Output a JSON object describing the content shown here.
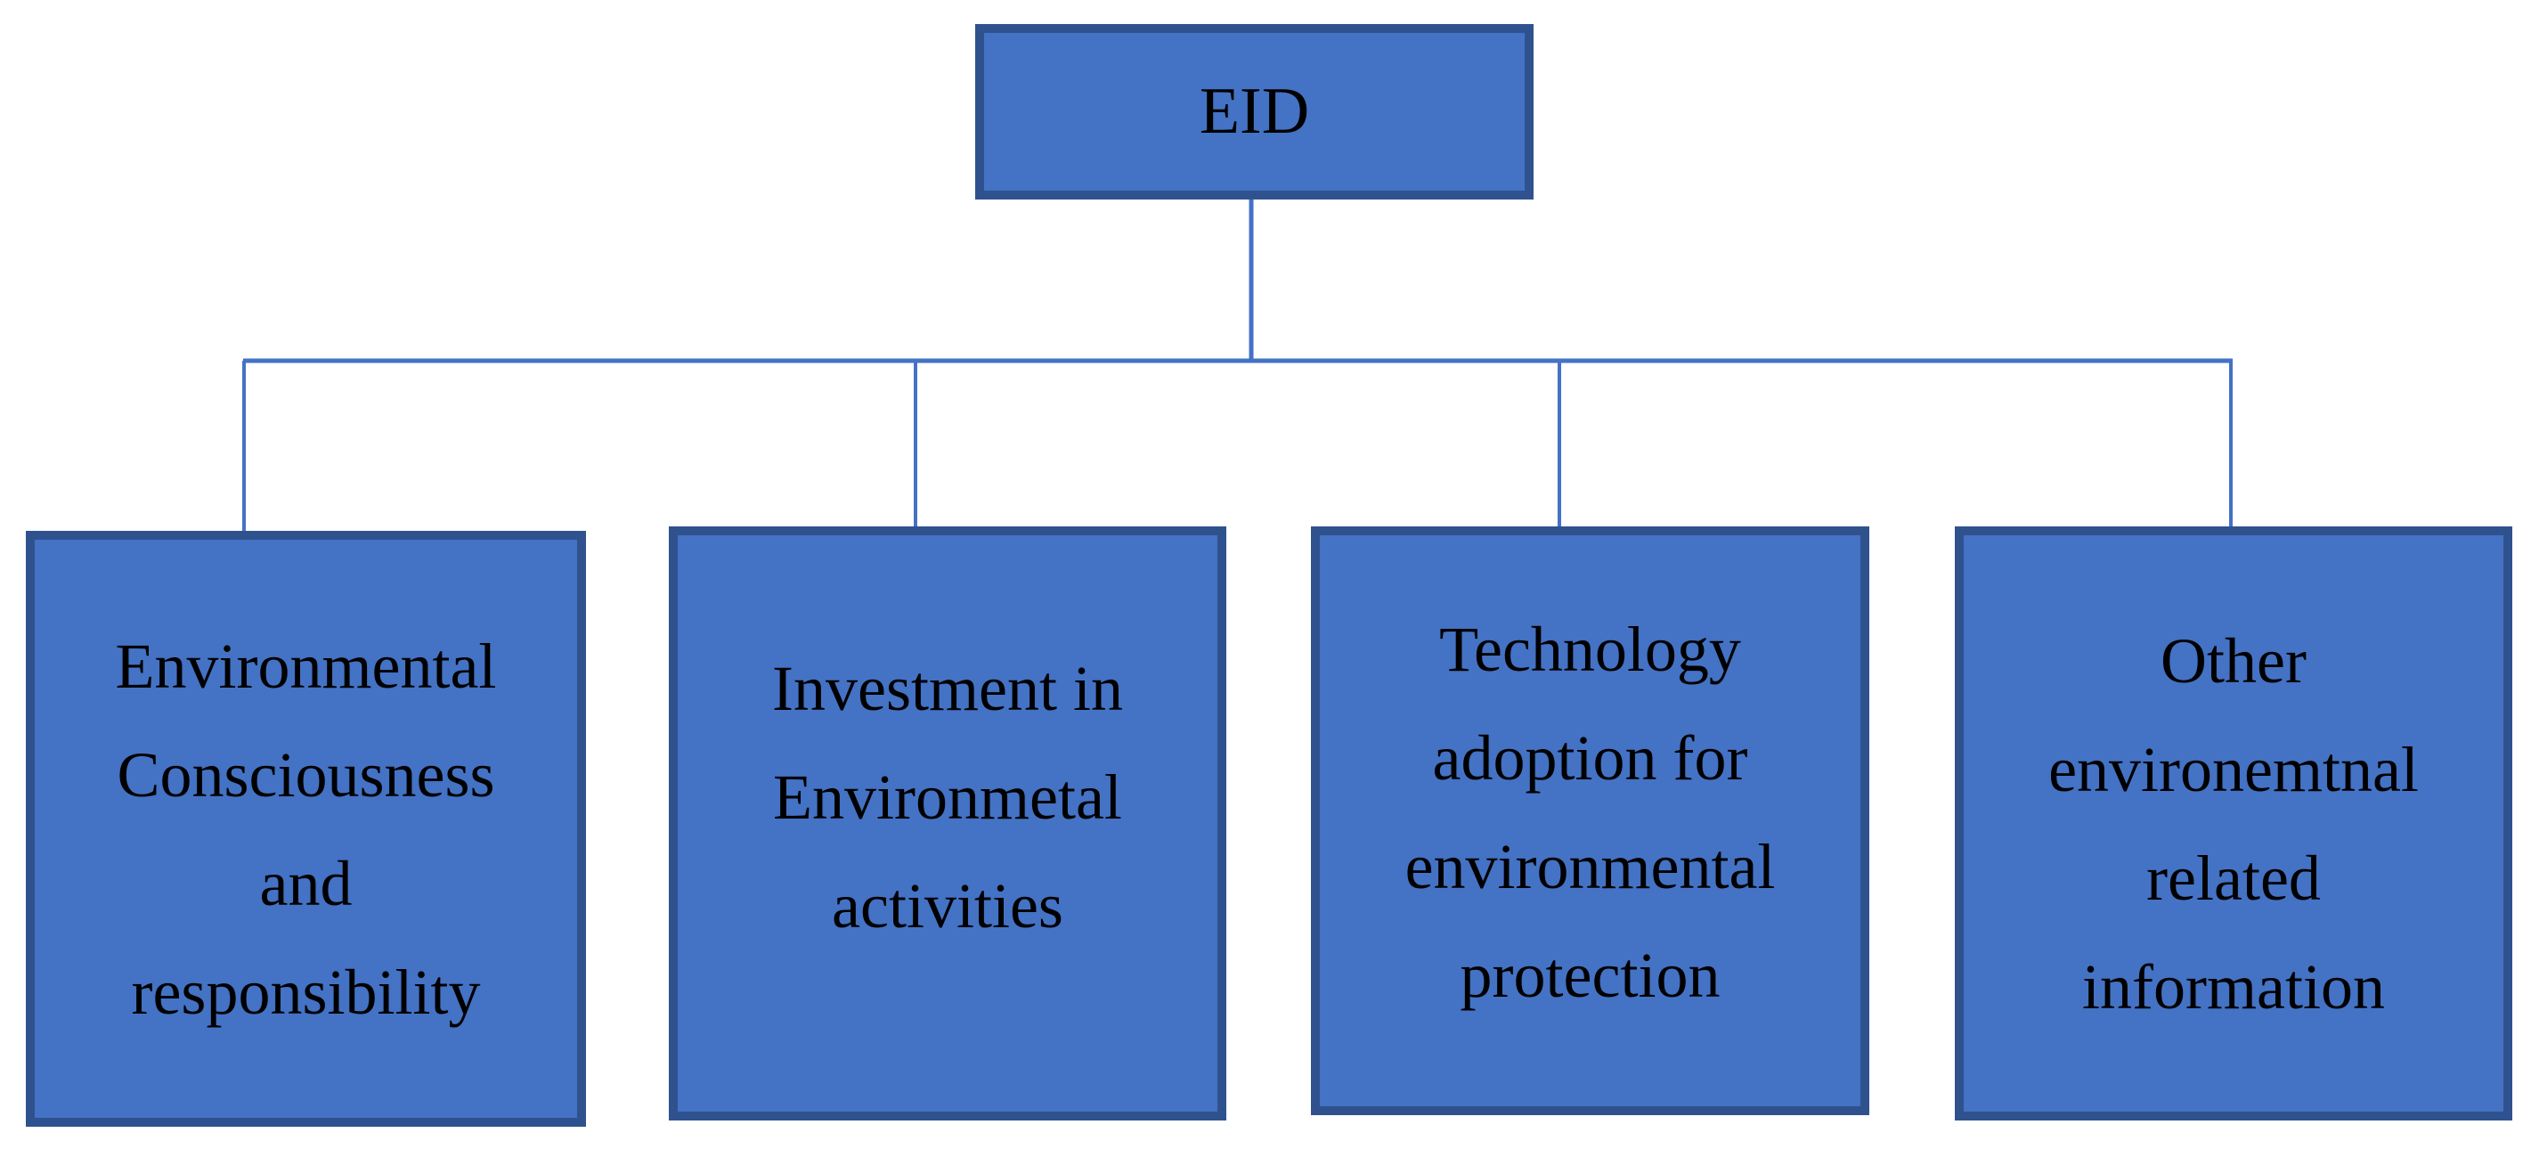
{
  "diagram": {
    "type": "hierarchy",
    "colors": {
      "box_fill": "#4472C4",
      "box_border": "#2F528F",
      "connector": "#4472C4",
      "text": "#000000",
      "background": "#FFFFFF"
    },
    "root": {
      "label": "EID"
    },
    "children": [
      {
        "label": "Environmental\nConsciousness\nand\nresponsibility"
      },
      {
        "label": "Investment in\nEnvironmetal\nactivities"
      },
      {
        "label": "Technology\nadoption for\nenvironmental\nprotection"
      },
      {
        "label": "Other\nenvironemtnal\nrelated\ninformation"
      }
    ]
  }
}
